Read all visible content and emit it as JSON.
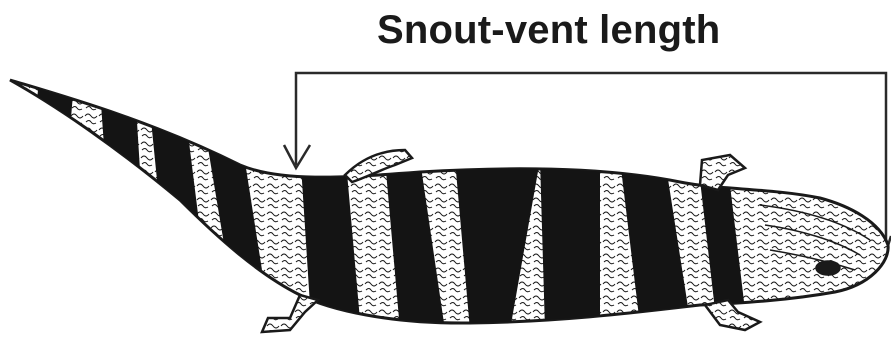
{
  "diagram": {
    "title": "Snout-vent length",
    "subject": "lizard-illustration",
    "measurement": "bracket from vent to snout tip",
    "colors": {
      "ink": "#1a1a1a",
      "background": "#ffffff"
    }
  }
}
